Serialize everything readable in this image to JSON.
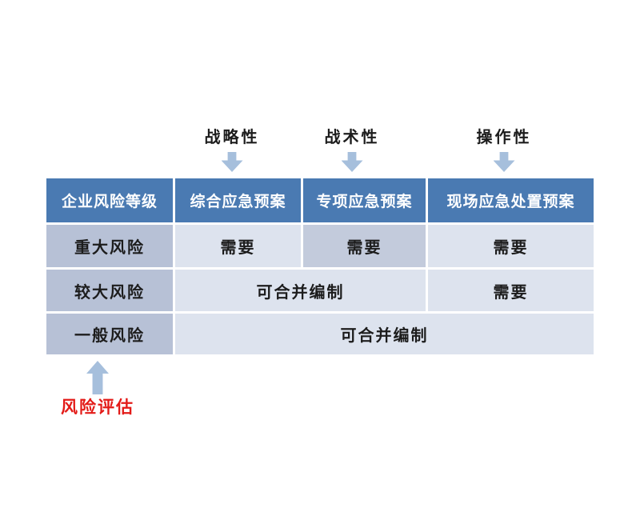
{
  "palette": {
    "header_bg": "#4a7ab2",
    "header_text": "#ffffff",
    "row_label_bg": "#b7c1d6",
    "cell_light_bg": "#dde3ee",
    "cell_dark_bg": "#c3cbdc",
    "arrow_fill": "#a6bfdc",
    "annotation_text": "#1c1c1c",
    "risk_label_color": "#e31b18",
    "body_text": "#1c1c1c",
    "grid_line": "#ffffff"
  },
  "top_annotations": [
    {
      "label": "战略性"
    },
    {
      "label": "战术性"
    },
    {
      "label": "操作性"
    }
  ],
  "bottom_annotation": {
    "label": "风险评估"
  },
  "table": {
    "headers": [
      "企业风险等级",
      "综合应急预案",
      "专项应急预案",
      "现场应急处置预案"
    ],
    "rows": [
      {
        "level": "重大风险",
        "cells": [
          {
            "text": "需要",
            "span": 1,
            "shade": "light"
          },
          {
            "text": "需要",
            "span": 1,
            "shade": "dark"
          },
          {
            "text": "需要",
            "span": 1,
            "shade": "light"
          }
        ]
      },
      {
        "level": "较大风险",
        "cells": [
          {
            "text": "可合并编制",
            "span": 2,
            "shade": "light"
          },
          {
            "text": "需要",
            "span": 1,
            "shade": "light"
          }
        ]
      },
      {
        "level": "一般风险",
        "cells": [
          {
            "text": "可合并编制",
            "span": 3,
            "shade": "light"
          }
        ]
      }
    ]
  }
}
